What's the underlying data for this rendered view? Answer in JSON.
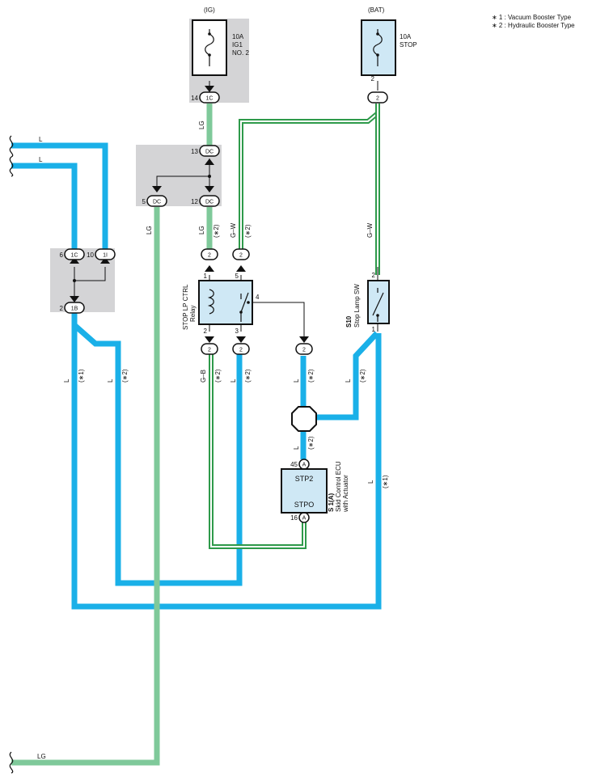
{
  "legend": [
    "∗ 1 : Vacuum Booster Type",
    "∗ 2 : Hydraulic Booster Type"
  ],
  "colors": {
    "wire_L": "#1ab0e8",
    "wire_LG": "#7fc99a",
    "wire_GW": "#2e9a4a",
    "junction_block": "#d4d4d6",
    "component_fill": "#cfe8f5"
  },
  "power": {
    "ig_label": "(IG)",
    "bat_label": "(BAT)",
    "fuse_ig": [
      "10A",
      "IG1",
      "NO. 2"
    ],
    "fuse_stop": [
      "10A",
      "STOP"
    ]
  },
  "connectors": {
    "c1C": "1C",
    "cDC": "DC",
    "c1I": "1I",
    "c1B": "1B",
    "c2": "2",
    "cA": "A"
  },
  "pins": {
    "p14": "14",
    "p13": "13",
    "p5": "5",
    "p12": "12",
    "p6": "6",
    "p10": "10",
    "p2": "2",
    "p1": "1",
    "p3": "3",
    "p4": "4",
    "p45": "45",
    "p16": "16"
  },
  "wires": {
    "L": "L",
    "LG": "LG",
    "GW": "G–W",
    "GB": "G–B",
    "n1": "(∗1)",
    "n2": "(∗2)"
  },
  "components": {
    "relay_name": "STOP LP CTRL",
    "relay_sub": "Relay",
    "sw_code": "S10",
    "sw_name": "Stop Lamp SW",
    "ecu_code": "S 1(A)",
    "ecu_name1": "Skid Control ECU",
    "ecu_name2": "with Actuator",
    "ecu_pin_in": "STP2",
    "ecu_pin_out": "STPO"
  }
}
